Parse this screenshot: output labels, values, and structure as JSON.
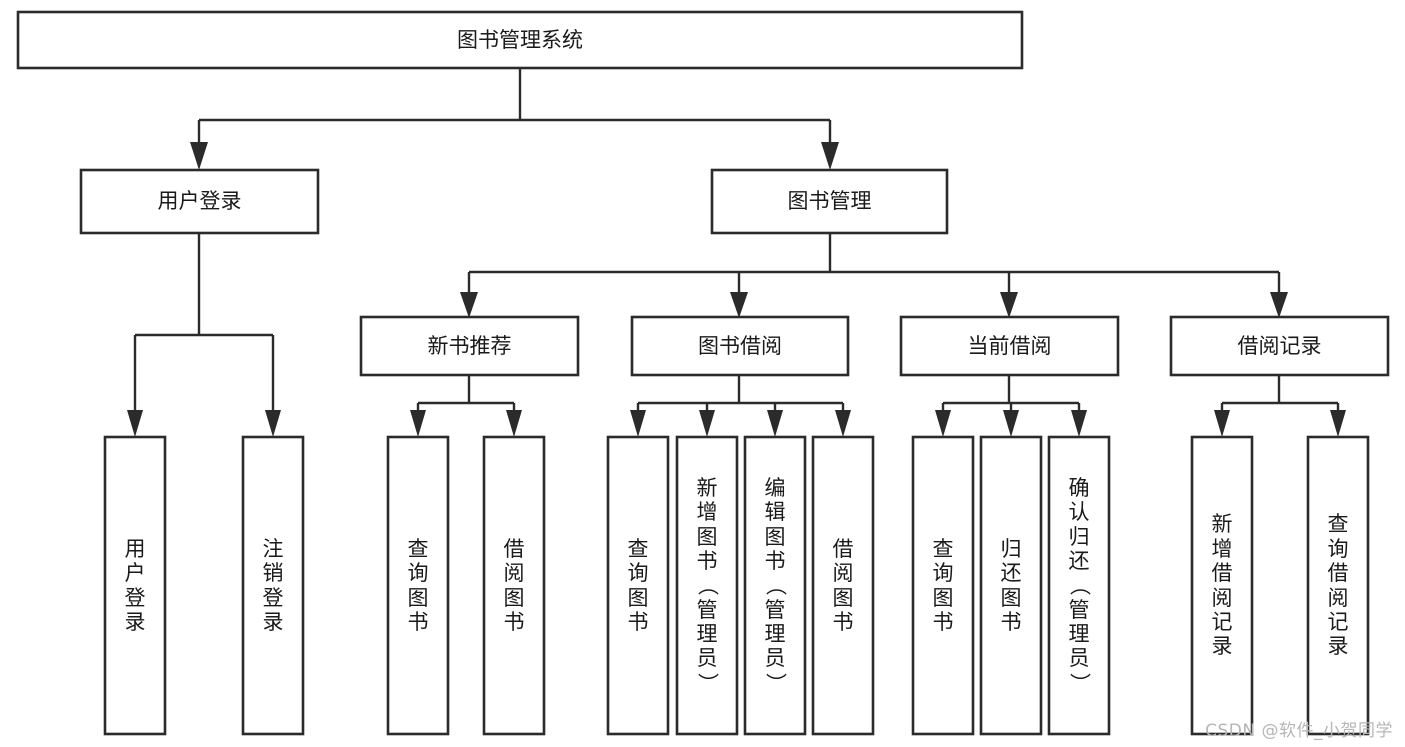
{
  "diagram": {
    "title_node": {
      "label": "图书管理系统"
    },
    "level2": [
      {
        "id": "user-login",
        "label": "用户登录"
      },
      {
        "id": "book-management",
        "label": "图书管理"
      }
    ],
    "level3": [
      {
        "id": "new-book-recommend",
        "label": "新书推荐"
      },
      {
        "id": "book-borrow",
        "label": "图书借阅"
      },
      {
        "id": "current-borrow",
        "label": "当前借阅"
      },
      {
        "id": "borrow-record",
        "label": "借阅记录"
      }
    ],
    "leaves": [
      {
        "id": "leaf-user-login",
        "parent": "user-login",
        "label": "用户登录"
      },
      {
        "id": "leaf-logout-login",
        "parent": "user-login",
        "label": "注销登录"
      },
      {
        "id": "leaf-query-book-1",
        "parent": "new-book-recommend",
        "label": "查询图书"
      },
      {
        "id": "leaf-borrow-book-1",
        "parent": "new-book-recommend",
        "label": "借阅图书"
      },
      {
        "id": "leaf-query-book-2",
        "parent": "book-borrow",
        "label": "查询图书"
      },
      {
        "id": "leaf-add-book",
        "parent": "book-borrow",
        "label": "新增图书（管理员）"
      },
      {
        "id": "leaf-edit-book",
        "parent": "book-borrow",
        "label": "编辑图书（管理员）"
      },
      {
        "id": "leaf-borrow-book-2",
        "parent": "book-borrow",
        "label": "借阅图书"
      },
      {
        "id": "leaf-query-book-3",
        "parent": "current-borrow",
        "label": "查询图书"
      },
      {
        "id": "leaf-return-book",
        "parent": "current-borrow",
        "label": "归还图书"
      },
      {
        "id": "leaf-confirm-return",
        "parent": "current-borrow",
        "label": "确认归还（管理员）"
      },
      {
        "id": "leaf-add-record",
        "parent": "borrow-record",
        "label": "新增借阅记录"
      },
      {
        "id": "leaf-query-record",
        "parent": "borrow-record",
        "label": "查询借阅记录"
      }
    ],
    "watermark": "CSDN @软件_小贺同学",
    "colors": {
      "box_stroke": "#2b2b2b",
      "box_fill": "#ffffff",
      "text": "#1a1a1a",
      "watermark_text": "#b6b6b6",
      "background": "#ffffff"
    }
  }
}
